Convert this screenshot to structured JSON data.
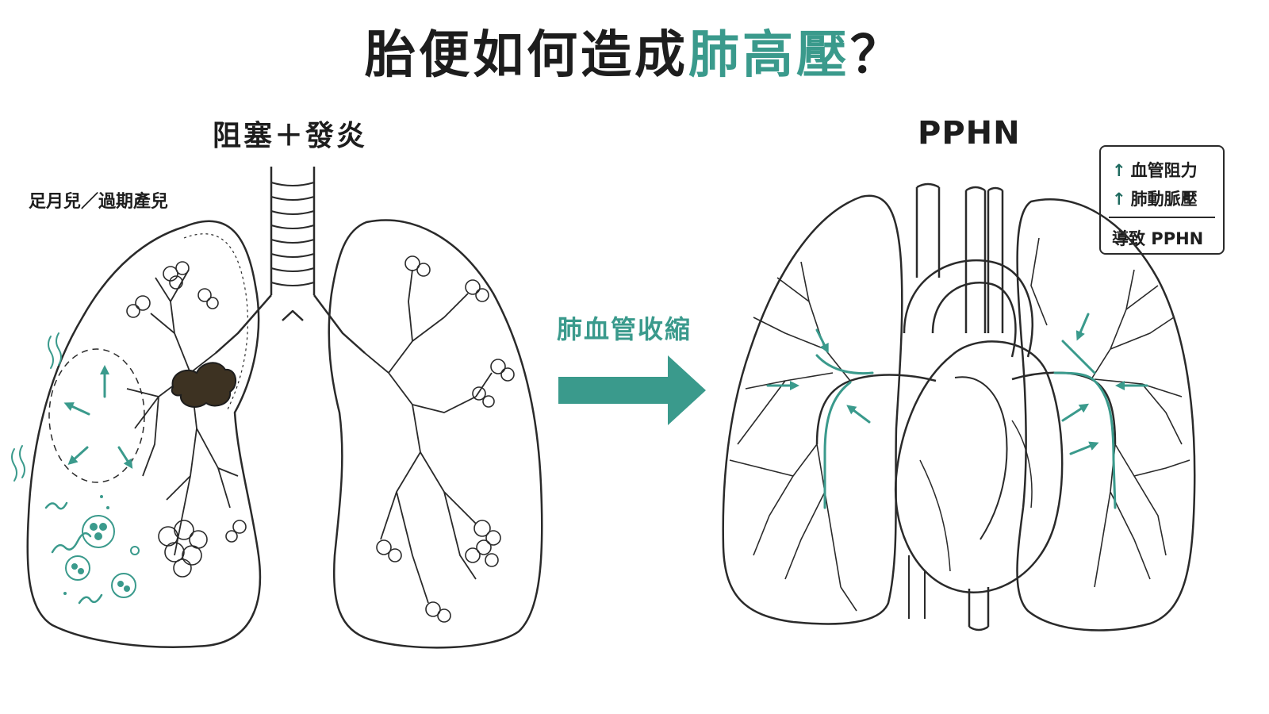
{
  "title": {
    "main": "胎便如何造成",
    "accent": "肺高壓",
    "end": "？"
  },
  "left_panel": {
    "title": "阻塞＋發炎",
    "patient_label": "足月兒／過期產兒"
  },
  "center": {
    "label": "肺血管收縮"
  },
  "right_panel": {
    "title": "PPHN",
    "legend": {
      "row1": "血管阻力",
      "row2": "肺動脈壓",
      "up_symbol": "↑",
      "result": "導致 PPHN"
    }
  },
  "colors": {
    "accent": "#3a9a8c",
    "meconium": "#3d3222",
    "outline": "#2a2a2a"
  }
}
